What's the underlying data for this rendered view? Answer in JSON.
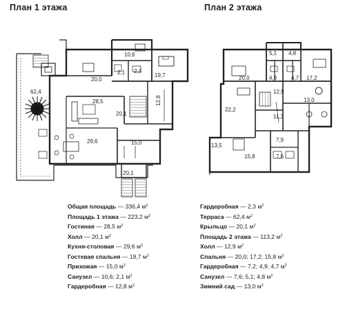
{
  "floor1": {
    "title": "План 1 этажа",
    "rooms": [
      "10,6",
      "2,1",
      "2,3",
      "20,0",
      "19,7",
      "62,4",
      "28,5",
      "20,1",
      "12,8",
      "29,6",
      "15,0",
      "20,1"
    ],
    "specs": [
      {
        "label": "Общая площадь",
        "value": "336,4 м",
        "unit": "2"
      },
      {
        "label": "Площадь 1 этажа",
        "value": "223,2 м",
        "unit": "2"
      },
      {
        "label": "Гостиная",
        "value": "28,5 м",
        "unit": "2"
      },
      {
        "label": "Холл",
        "value": "20,1 м",
        "unit": "2"
      },
      {
        "label": "Кухня-столовая",
        "value": "29,6 м",
        "unit": "2"
      },
      {
        "label": "Гостевая спальня",
        "value": "19,7 м",
        "unit": "2"
      },
      {
        "label": "Прихожая",
        "value": "15,0 м",
        "unit": "2"
      },
      {
        "label": "Санузел",
        "value": "10,6; 2,1 м",
        "unit": "2"
      },
      {
        "label": "Гардеробная",
        "value": "12,8 м",
        "unit": "2"
      }
    ]
  },
  "floor2": {
    "title": "План 2 этажа",
    "rooms": [
      "5,1",
      "4,8",
      "20,0",
      "4,9",
      "4,7",
      "17,2",
      "12,9",
      "13,0",
      "22,2",
      "11,3",
      "13,5",
      "7,9",
      "15,8",
      "7,6"
    ],
    "specs": [
      {
        "label": "Гардеробная",
        "value": "2,3 м",
        "unit": "2"
      },
      {
        "label": "Терраса",
        "value": "62,4 м",
        "unit": "2"
      },
      {
        "label": "Крыльцо",
        "value": "20,1 м",
        "unit": "2"
      },
      {
        "label": "Площадь 2 этажа",
        "value": "113,2 м",
        "unit": "2"
      },
      {
        "label": "Холл",
        "value": "12,9 м",
        "unit": "2"
      },
      {
        "label": "Спальня",
        "value": "20,0; 17,2; 15,8 м",
        "unit": "2"
      },
      {
        "label": "Гардеробная",
        "value": "7,2; 4,9; 4,7 м",
        "unit": "2"
      },
      {
        "label": "Санузел",
        "value": "7,6; 5,1; 4,8 м",
        "unit": "2"
      },
      {
        "label": "Зимний сад",
        "value": "13,0 м",
        "unit": "2"
      }
    ]
  }
}
